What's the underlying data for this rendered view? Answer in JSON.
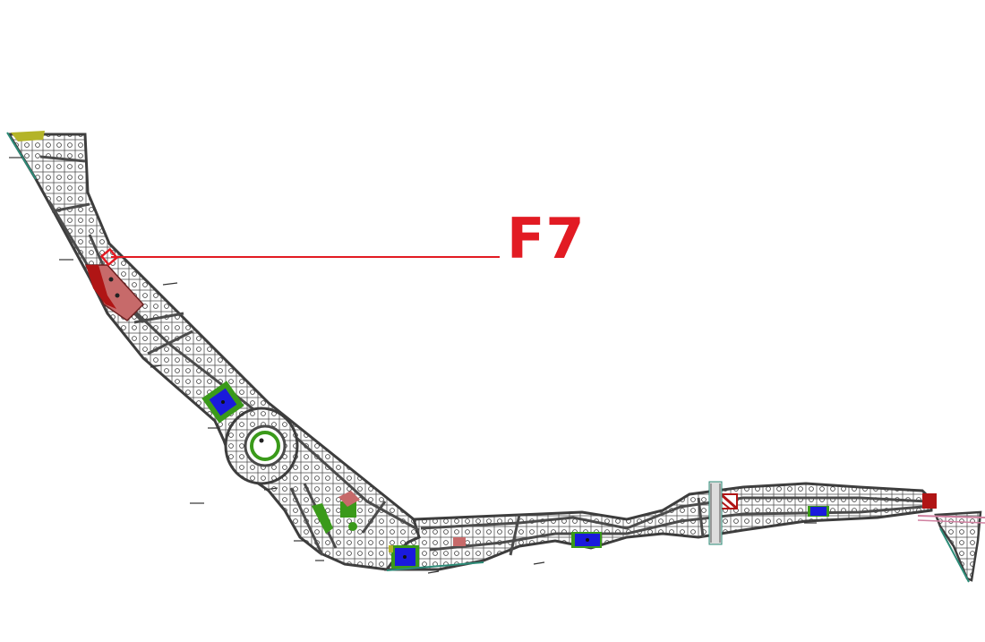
{
  "plot_label": {
    "text": "F7",
    "color": "#e21b23"
  },
  "colors": {
    "road": "#555555",
    "lot": "#ffffff",
    "lot_outline": "#4a4a4a",
    "blue_amenity": "#1a1adc",
    "green_park": "#3a9a1a",
    "red_block": "#c76a6a",
    "dark_red": "#b01515",
    "olive": "#b4b428",
    "teal_edge": "#2c8c78",
    "leader_line": "#e21b23"
  },
  "map": {
    "features": [
      {
        "name": "highlighted-plot-f7",
        "kind": "highlight"
      },
      {
        "name": "roundabout",
        "kind": "circle-park"
      },
      {
        "name": "blue-amenity-north",
        "kind": "blue"
      },
      {
        "name": "blue-amenity-south",
        "kind": "blue"
      },
      {
        "name": "blue-amenity-east",
        "kind": "blue"
      },
      {
        "name": "blue-amenity-far-east",
        "kind": "blue"
      }
    ]
  }
}
